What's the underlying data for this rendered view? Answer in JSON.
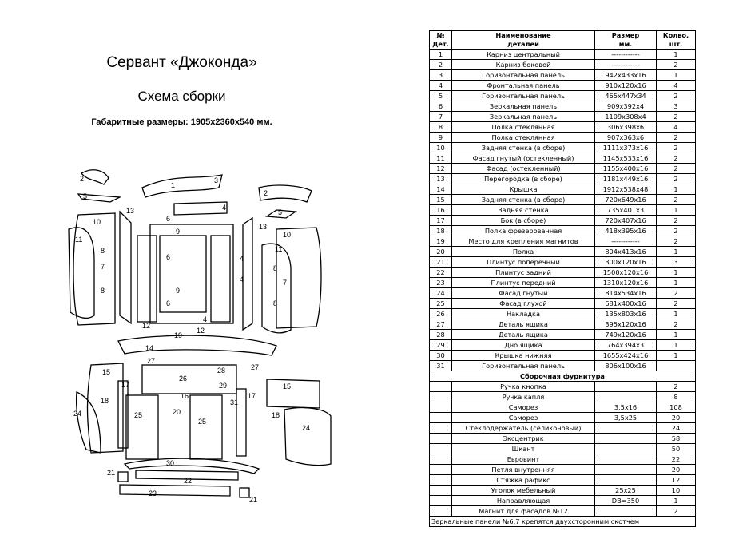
{
  "title": "Сервант  «Джоконда»",
  "subtitle": "Схема сборки",
  "dimensions": "Габаритные размеры: 1905х2360х540  мм.",
  "header": {
    "n1": "№",
    "n2": "Дет.",
    "name1": "Наименование",
    "name2": "деталей",
    "size1": "Размер",
    "size2": "мм.",
    "qty1": "Колво.",
    "qty2": "шт."
  },
  "parts": [
    {
      "n": "1",
      "name": "Карниз центральный",
      "size": "------------",
      "qty": "1"
    },
    {
      "n": "2",
      "name": "Карниз боковой",
      "size": "------------",
      "qty": "2"
    },
    {
      "n": "3",
      "name": "Горизонтальная панель",
      "size": "942х433х16",
      "qty": "1"
    },
    {
      "n": "4",
      "name": "Фронтальная панель",
      "size": "910х120х16",
      "qty": "4"
    },
    {
      "n": "5",
      "name": "Горизонтальная панель",
      "size": "465х447х34",
      "qty": "2"
    },
    {
      "n": "6",
      "name": "Зеркальная панель",
      "size": "909х392х4",
      "qty": "3"
    },
    {
      "n": "7",
      "name": "Зеркальная панель",
      "size": "1109х308х4",
      "qty": "2"
    },
    {
      "n": "8",
      "name": "Полка стеклянная",
      "size": "306х398х6",
      "qty": "4"
    },
    {
      "n": "9",
      "name": "Полка стеклянная",
      "size": "907х363х6",
      "qty": "2"
    },
    {
      "n": "10",
      "name": "Задняя стенка (в сборе)",
      "size": "1111х373х16",
      "qty": "2"
    },
    {
      "n": "11",
      "name": "Фасад гнутый (остекленный)",
      "size": "1145х533х16",
      "qty": "2"
    },
    {
      "n": "12",
      "name": "Фасад (остекленный)",
      "size": "1155х400х16",
      "qty": "2"
    },
    {
      "n": "13",
      "name": "Перегородка (в сборе)",
      "size": "1181х449х16",
      "qty": "2"
    },
    {
      "n": "14",
      "name": "Крышка",
      "size": "1912х538х48",
      "qty": "1"
    },
    {
      "n": "15",
      "name": "Задняя стенка (в сборе)",
      "size": "720х649х16",
      "qty": "2"
    },
    {
      "n": "16",
      "name": "Задняя стенка",
      "size": "735х401х3",
      "qty": "1"
    },
    {
      "n": "17",
      "name": "Бок (в сборе)",
      "size": "720х407х16",
      "qty": "2"
    },
    {
      "n": "18",
      "name": "Полка фрезерованная",
      "size": "418х395х16",
      "qty": "2"
    },
    {
      "n": "19",
      "name": "Место для крепления магнитов",
      "size": "------------",
      "qty": "2"
    },
    {
      "n": "20",
      "name": "Полка",
      "size": "804х413х16",
      "qty": "1"
    },
    {
      "n": "21",
      "name": "Плинтус поперечный",
      "size": "300х120х16",
      "qty": "3"
    },
    {
      "n": "22",
      "name": "Плинтус задний",
      "size": "1500х120х16",
      "qty": "1"
    },
    {
      "n": "23",
      "name": "Плинтус передний",
      "size": "1310х120х16",
      "qty": "1"
    },
    {
      "n": "24",
      "name": "Фасад гнутый",
      "size": "814х534х16",
      "qty": "2"
    },
    {
      "n": "25",
      "name": "Фасад глухой",
      "size": "681х400х16",
      "qty": "2"
    },
    {
      "n": "26",
      "name": "Накладка",
      "size": "135х803х16",
      "qty": "1"
    },
    {
      "n": "27",
      "name": "Деталь ящика",
      "size": "395х120х16",
      "qty": "2"
    },
    {
      "n": "28",
      "name": "Деталь ящика",
      "size": "749х120х16",
      "qty": "1"
    },
    {
      "n": "29",
      "name": "Дно ящика",
      "size": "764х394х3",
      "qty": "1"
    },
    {
      "n": "30",
      "name": "Крышка нижняя",
      "size": "1655х424х16",
      "qty": "1"
    },
    {
      "n": "31",
      "name": "Горизонтальная панель",
      "size": "806х100х16",
      "qty": ""
    }
  ],
  "hardware_title": "Сборочная фурнитура",
  "hardware": [
    {
      "name": "Ручка кнопка",
      "size": "",
      "qty": "2"
    },
    {
      "name": "Ручка капля",
      "size": "",
      "qty": "8"
    },
    {
      "name": "Саморез",
      "size": "3,5х16",
      "qty": "108"
    },
    {
      "name": "Саморез",
      "size": "3,5х25",
      "qty": "20"
    },
    {
      "name": "Стеклодержатель (селиконовый)",
      "size": "",
      "qty": "24"
    },
    {
      "name": "Эксцентрик",
      "size": "",
      "qty": "58"
    },
    {
      "name": "Шкант",
      "size": "",
      "qty": "50"
    },
    {
      "name": "Евровинт",
      "size": "",
      "qty": "22"
    },
    {
      "name": "Петля внутренняя",
      "size": "",
      "qty": "20"
    },
    {
      "name": "Стяжка рафикс",
      "size": "",
      "qty": "12"
    },
    {
      "name": "Уголок мебельный",
      "size": "25х25",
      "qty": "10"
    },
    {
      "name": "Направляющая",
      "size": "DB=350",
      "qty": "1"
    },
    {
      "name": "Магнит для фасадов №12",
      "size": "",
      "qty": "2"
    }
  ],
  "note": "Зеркальные панели №6,7 крепятся двухсторонним скотчем",
  "drawing_labels": [
    "1",
    "2",
    "2",
    "3",
    "4",
    "4",
    "5",
    "5",
    "6",
    "6",
    "6",
    "7",
    "7",
    "8",
    "8",
    "8",
    "8",
    "9",
    "9",
    "10",
    "10",
    "11",
    "11",
    "12",
    "12",
    "13",
    "13",
    "4",
    "4",
    "14",
    "15",
    "15",
    "16",
    "17",
    "17",
    "18",
    "18",
    "19",
    "20",
    "21",
    "21",
    "22",
    "23",
    "24",
    "24",
    "25",
    "25",
    "26",
    "27",
    "27",
    "28",
    "29",
    "30",
    "31"
  ]
}
